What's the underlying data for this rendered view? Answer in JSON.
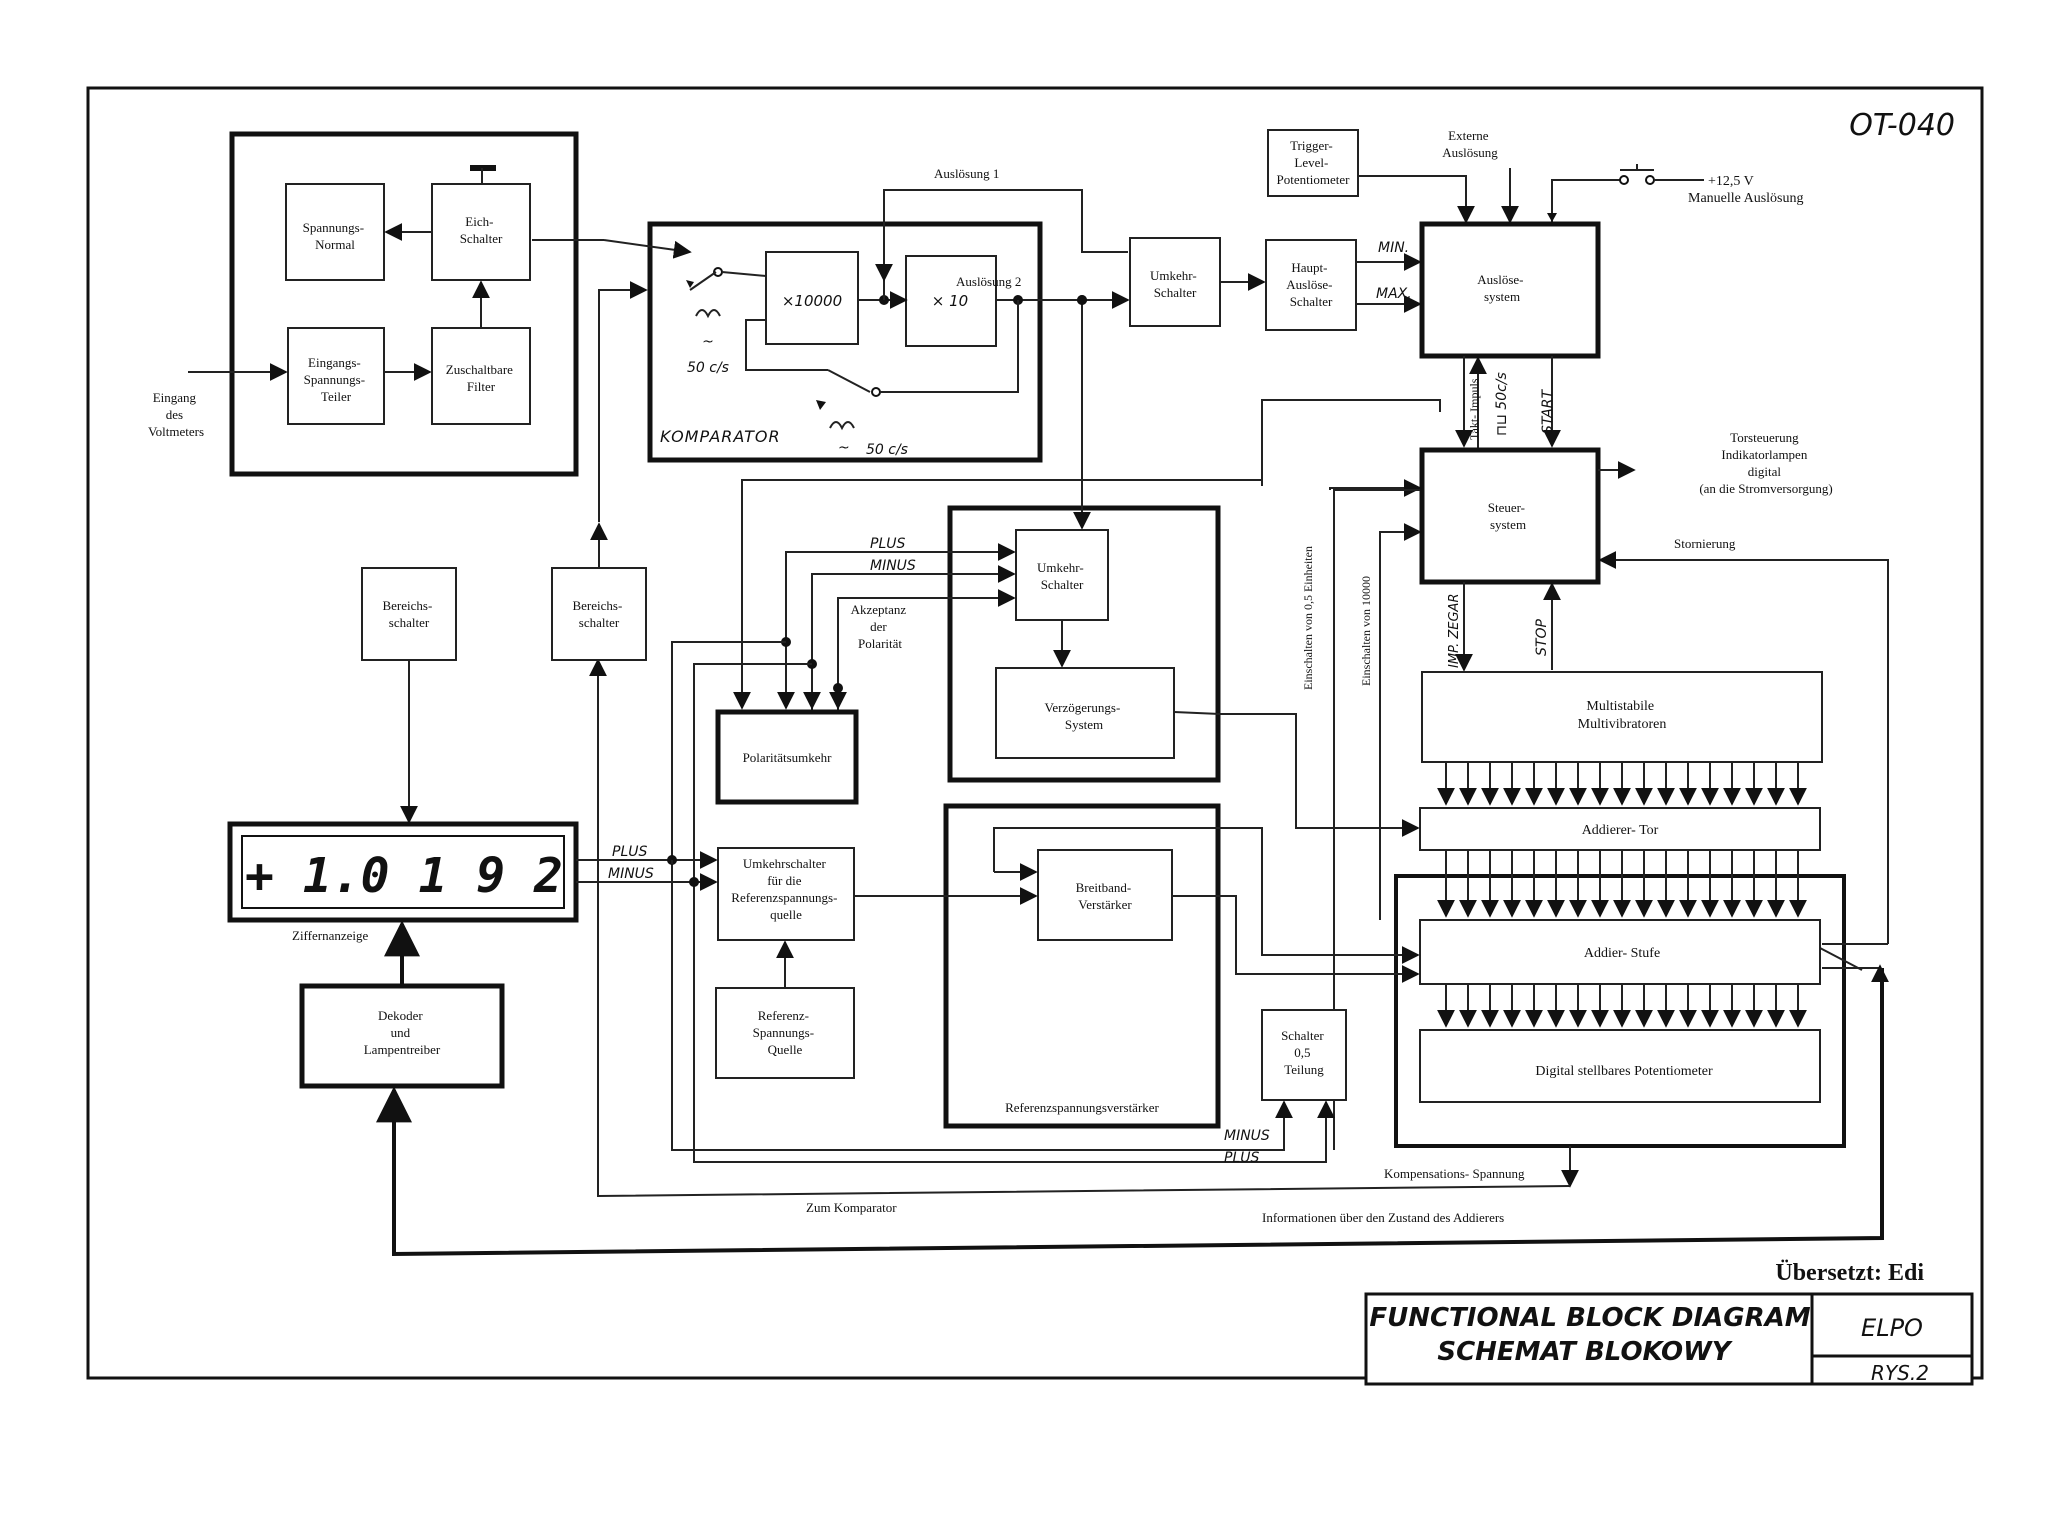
{
  "sheet": {
    "code": "OT-040",
    "translator": "Übersetzt: Edi"
  },
  "title_block": {
    "title_en": "FUNCTIONAL BLOCK DIAGRAM",
    "title_pl": "SCHEMAT BLOKOWY",
    "company": "ELPO",
    "figure": "RYS.2"
  },
  "input": {
    "label": [
      "Eingang",
      "des",
      "Voltmeters"
    ]
  },
  "blocks": {
    "spannungs_normal": [
      "Spannungs-",
      "Normal"
    ],
    "eich_schalter": [
      "Eich-",
      "Schalter"
    ],
    "eingangs_teiler": [
      "Eingangs-",
      "Spannungs-",
      "Teiler"
    ],
    "zuschaltbare_filter": [
      "Zuschaltbare",
      "Filter"
    ],
    "x10000": "×10000",
    "x10": "× 10",
    "komparator": "KOMPARATOR",
    "umkehr_schalter_1": [
      "Umkehr-",
      "Schalter"
    ],
    "haupt_ausloese_schalter": [
      "Haupt-",
      "Auslöse-",
      "Schalter"
    ],
    "trigger_level_potentiometer": [
      "Trigger-",
      "Level-",
      "Potentiometer"
    ],
    "ausloese_system": [
      "Auslöse-",
      "system"
    ],
    "steuer_system": [
      "Steuer-",
      "system"
    ],
    "bereichsschalter_1": [
      "Bereichs-",
      "schalter"
    ],
    "bereichsschalter_2": [
      "Bereichs-",
      "schalter"
    ],
    "umkehr_schalter_2": [
      "Umkehr-",
      "Schalter"
    ],
    "verzoegerungs_system": [
      "Verzögerungs-",
      "System"
    ],
    "polaritaetsumkehr": "Polaritätsumkehr",
    "multistabile": [
      "Multistabile",
      "Multivibratoren"
    ],
    "addierer_tor": "Addierer- Tor",
    "addier_stufe": "Addier- Stufe",
    "digital_potentiometer": "Digital stellbares Potentiometer",
    "umkehrschalter_referenz": [
      "Umkehrschalter",
      "für die",
      "Referenzspannungs-",
      "quelle"
    ],
    "referenz_quelle": [
      "Referenz-",
      "Spannungs-",
      "Quelle"
    ],
    "breitband_verstaerker": [
      "Breitband-",
      "Verstärker"
    ],
    "referenzspannungsverstaerker": "Referenzspannungsverstärker",
    "schalter_teilung": [
      "Schalter",
      "0,5",
      "Teilung"
    ],
    "dekoder": [
      "Dekoder",
      "und",
      "Lampentreiber"
    ]
  },
  "display": {
    "reading": "+ 1.0 1 9 2",
    "label": "Ziffernanzeige"
  },
  "signal_labels": {
    "50cs": "50 c/s",
    "ausloesung_1": "Auslösung 1",
    "ausloesung_2": "Auslösung 2",
    "externe_ausloesung": [
      "Externe",
      "Auslösung"
    ],
    "plus_12v": "+12,5 V",
    "manuelle_ausloesung": "Manuelle Auslösung",
    "min": "MIN.",
    "max": "MAX.",
    "takt_impuls": "Takt- Impuls",
    "impuls_50cs": "⊓⊔ 50c/s",
    "start": "START",
    "stop": "STOP",
    "imp_zegar": "IMP. ZEGAR",
    "torsteuerung": [
      "Torsteuerung",
      "Indikatorlampen",
      "digital",
      "(an die Stromversorgung)"
    ],
    "stornierung": "Stornierung",
    "plus": "PLUS",
    "minus": "MINUS",
    "akzeptanz": [
      "Akzeptanz",
      "der",
      "Polarität"
    ],
    "einschalten_05": "Einschalten von 0,5 Einheiten",
    "einschalten_10000": "Einschalten von 10000",
    "kompensations_spannung": "Kompensations- Spannung",
    "zum_komparator": "Zum Komparator",
    "informationen": "Informationen über den Zustand des Addierers"
  }
}
